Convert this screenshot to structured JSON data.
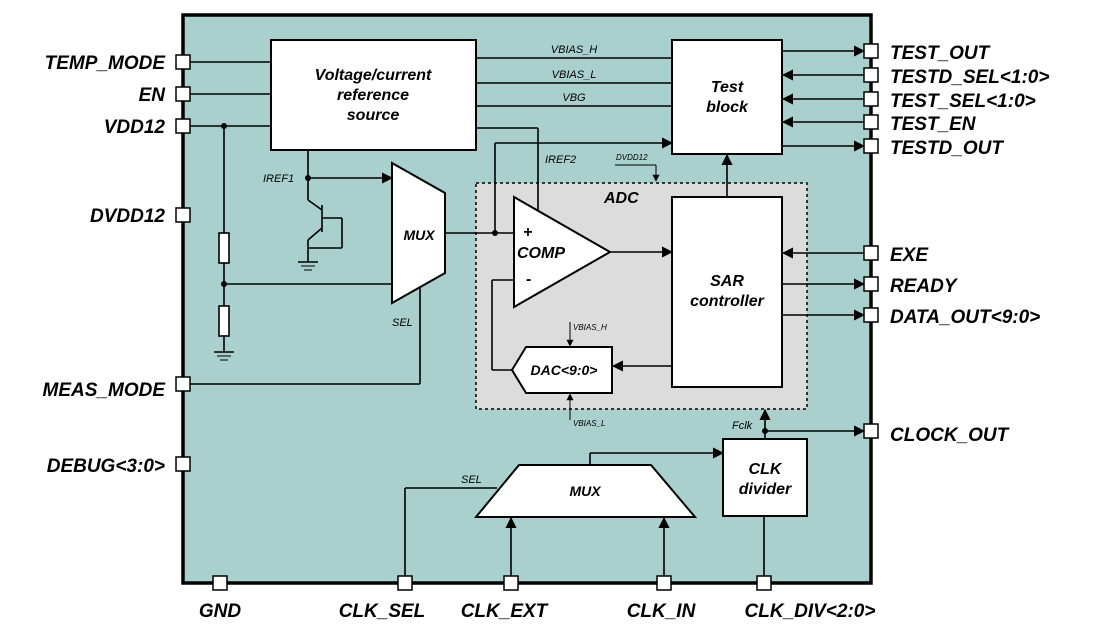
{
  "colors": {
    "chip_fill": "#a9d0cc",
    "adc_fill": "#dcdcdc",
    "block_fill": "#ffffff",
    "wire": "#000000"
  },
  "pins": {
    "left": {
      "temp_mode": "TEMP_MODE",
      "en": "EN",
      "vdd12": "VDD12",
      "dvdd12": "DVDD12",
      "meas_mode": "MEAS_MODE",
      "debug": "DEBUG<3:0>"
    },
    "right": {
      "test_out": "TEST_OUT",
      "testd_sel": "TESTD_SEL<1:0>",
      "test_sel": "TEST_SEL<1:0>",
      "test_en": "TEST_EN",
      "testd_out": "TESTD_OUT",
      "exe": "EXE",
      "ready": "READY",
      "data_out": "DATA_OUT<9:0>",
      "clock_out": "CLOCK_OUT"
    },
    "bottom": {
      "gnd": "GND",
      "clk_sel": "CLK_SEL",
      "clk_ext": "CLK_EXT",
      "clk_in": "CLK_IN",
      "clk_div": "CLK_DIV<2:0>"
    }
  },
  "blocks": {
    "vref": [
      "Voltage/current",
      "reference",
      "source"
    ],
    "test_block": [
      "Test",
      "block"
    ],
    "adc": "ADC",
    "comp": "COMP",
    "comp_plus": "+",
    "comp_minus": "-",
    "sar": [
      "SAR",
      "controller"
    ],
    "dac": "DAC<9:0>",
    "mux_main": "MUX",
    "mux_clk": "MUX",
    "clk_divider": [
      "CLK",
      "divider"
    ]
  },
  "signals": {
    "vbias_h": "VBIAS_H",
    "vbias_l": "VBIAS_L",
    "vbg": "VBG",
    "iref1": "IREF1",
    "iref2": "IREF2",
    "dvdd12_small": "DVDD12",
    "sel_mux": "SEL",
    "sel_clk": "SEL",
    "vbias_h_small": "VBIAS_H",
    "vbias_l_small": "VBIAS_L",
    "fclk": "Fclk"
  }
}
